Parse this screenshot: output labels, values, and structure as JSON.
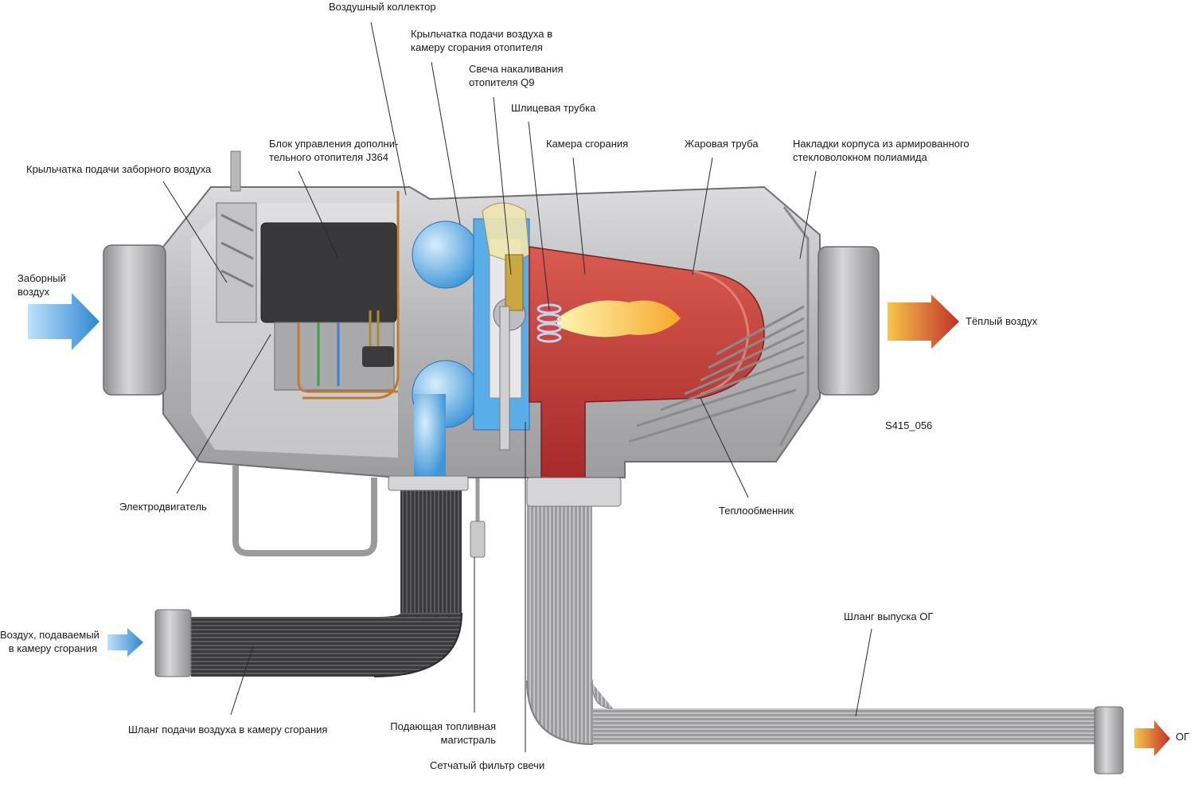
{
  "labels": {
    "air_collector": "Воздушный коллектор",
    "combustion_air_impeller": [
      "Крыльчатка подачи воздуха в",
      "камеру сгорания отопителя"
    ],
    "glow_plug": [
      "Свеча накаливания",
      "отопителя Q9"
    ],
    "slot_tube": "Шлицевая трубка",
    "combustion_chamber": "Камера сгорания",
    "flame_tube": "Жаровая труба",
    "housing_covers": [
      "Накладки корпуса из армированного",
      "стекловолокном полиамида"
    ],
    "control_unit": [
      "Блок управления дополни-",
      "тельного отопителя J364"
    ],
    "intake_air_impeller": "Крыльчатка подачи заборного воздуха",
    "intake_air": [
      "Заборный",
      "воздух"
    ],
    "warm_air": "Тёплый воздух",
    "figure_code": "S415_056",
    "electric_motor": "Электродвигатель",
    "heat_exchanger": "Теплообменник",
    "exhaust_hose": "Шланг выпуска ОГ",
    "combustion_air_in": [
      "Воздух, подаваемый",
      "в камеру сгорания"
    ],
    "combustion_air_hose": "Шланг подачи воздуха в камеру сгорания",
    "fuel_line": [
      "Подающая топливная",
      "магистраль"
    ],
    "plug_filter": "Сетчатый фильтр свечи",
    "exhaust_out": "ОГ"
  },
  "colors": {
    "intake_arrow": "#4a9fe0",
    "warm_arrow": "#c83a2a",
    "combustion_red": "#c0353a",
    "impeller_blue": "#5aaee8",
    "housing_grey": "#c9c9cb",
    "hose_dark": "#3b3b3d",
    "hose_light": "#a3a3a5"
  }
}
